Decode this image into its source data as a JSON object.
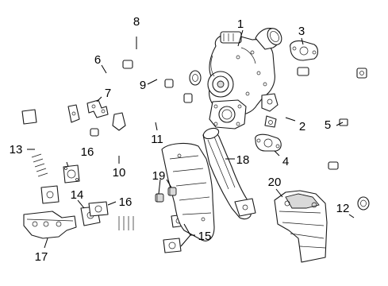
{
  "callouts": [
    {
      "id": "1",
      "text": "1"
    },
    {
      "id": "2",
      "text": "2"
    },
    {
      "id": "3",
      "text": "3"
    },
    {
      "id": "4",
      "text": "4"
    },
    {
      "id": "5",
      "text": "5"
    },
    {
      "id": "6",
      "text": "6"
    },
    {
      "id": "7",
      "text": "7"
    },
    {
      "id": "8",
      "text": "8"
    },
    {
      "id": "9",
      "text": "9"
    },
    {
      "id": "10",
      "text": "10"
    },
    {
      "id": "11",
      "text": "11"
    },
    {
      "id": "12",
      "text": "12"
    },
    {
      "id": "13",
      "text": "13"
    },
    {
      "id": "14",
      "text": "14"
    },
    {
      "id": "15",
      "text": "15"
    },
    {
      "id": "16a",
      "text": "16"
    },
    {
      "id": "16b",
      "text": "16"
    },
    {
      "id": "17",
      "text": "17"
    },
    {
      "id": "18",
      "text": "18"
    },
    {
      "id": "19",
      "text": "19"
    },
    {
      "id": "20",
      "text": "20"
    }
  ]
}
